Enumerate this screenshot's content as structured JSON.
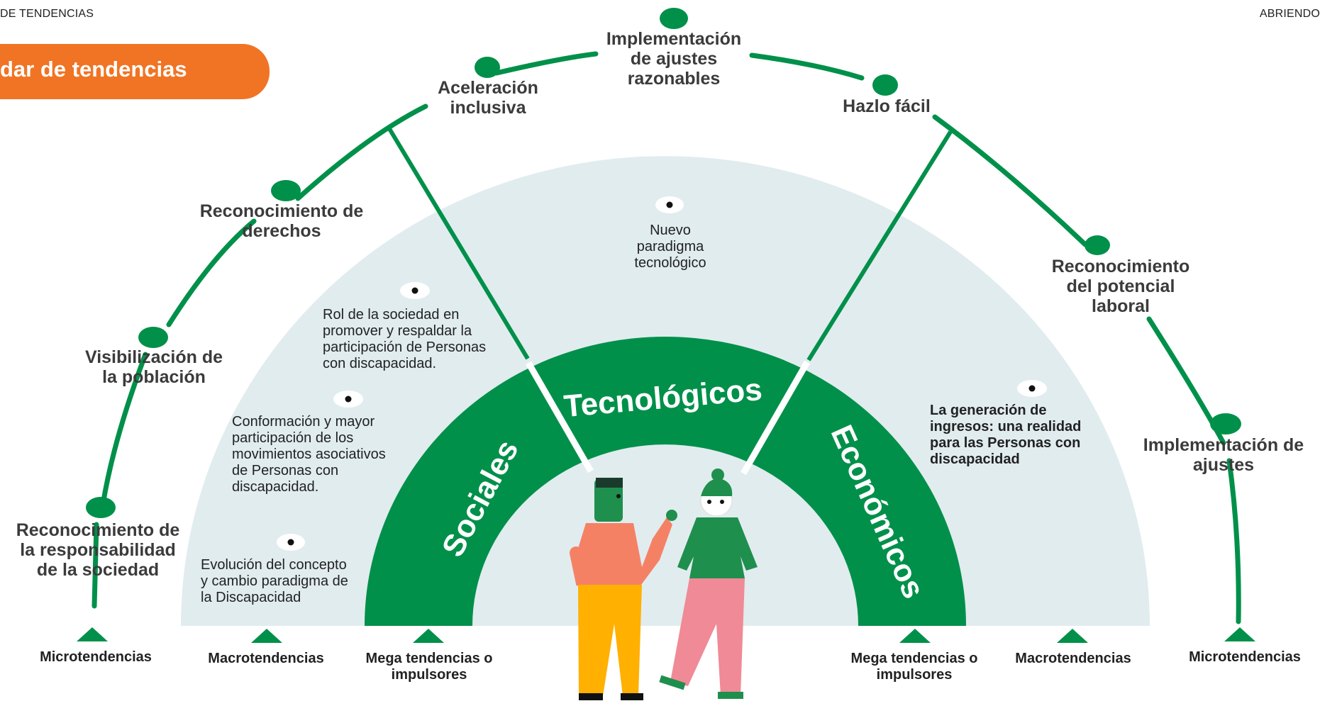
{
  "header": {
    "left": "DE TENDENCIAS",
    "right": "ABRIENDO"
  },
  "banner": {
    "title": "dar de tendencias"
  },
  "micro_labels": [
    {
      "lines": [
        "Reconocimiento de",
        "la responsabilidad",
        "de la sociedad"
      ]
    },
    {
      "lines": [
        "Visibilización de",
        "la población"
      ]
    },
    {
      "lines": [
        "Reconocimiento de",
        "derechos"
      ]
    },
    {
      "lines": [
        "Aceleración",
        "inclusiva"
      ]
    },
    {
      "lines": [
        "Implementación",
        "de ajustes",
        "razonables"
      ]
    },
    {
      "lines": [
        "Hazlo fácil"
      ]
    },
    {
      "lines": [
        "Reconocimiento",
        "del potencial",
        "laboral"
      ]
    },
    {
      "lines": [
        "Implementación de",
        "ajustes"
      ]
    }
  ],
  "macro_trends": [
    {
      "lines": [
        "Nuevo",
        "paradigma",
        "tecnológico"
      ]
    },
    {
      "lines": [
        "Rol de la sociedad en",
        "promover y respaldar la",
        "participación de Personas",
        "con discapacidad."
      ]
    },
    {
      "lines": [
        "Conformación y mayor",
        "participación de los",
        "movimientos asociativos",
        "de Personas con",
        "discapacidad."
      ]
    },
    {
      "lines": [
        "Evolución del concepto",
        "y cambio paradigma de",
        "la Discapacidad"
      ]
    },
    {
      "lines": [
        "La generación de",
        "ingresos: una realidad",
        "para las Personas con",
        "discapacidad"
      ]
    }
  ],
  "mega": {
    "sociales": "Sociales",
    "tecnologicos": "Tecnológicos",
    "economicos": "Económicos"
  },
  "levels": [
    {
      "lines": [
        "Microtendencias"
      ]
    },
    {
      "lines": [
        "Macrotendencias"
      ]
    },
    {
      "lines": [
        "Mega tendencias o",
        "impulsores"
      ]
    },
    {
      "lines": [
        "Mega tendencias o",
        "impulsores"
      ]
    },
    {
      "lines": [
        "Macrotendencias"
      ]
    },
    {
      "lines": [
        "Microtendencias"
      ]
    }
  ],
  "colors": {
    "green": "#00904a",
    "orange": "#f07424",
    "macro_band": "#e1ecef",
    "person1_shirt": "#f58165",
    "person1_pants": "#ffb000",
    "person2_pants": "#f08a96"
  },
  "icons": [
    "eye-icon",
    "triangle-marker-icon"
  ]
}
